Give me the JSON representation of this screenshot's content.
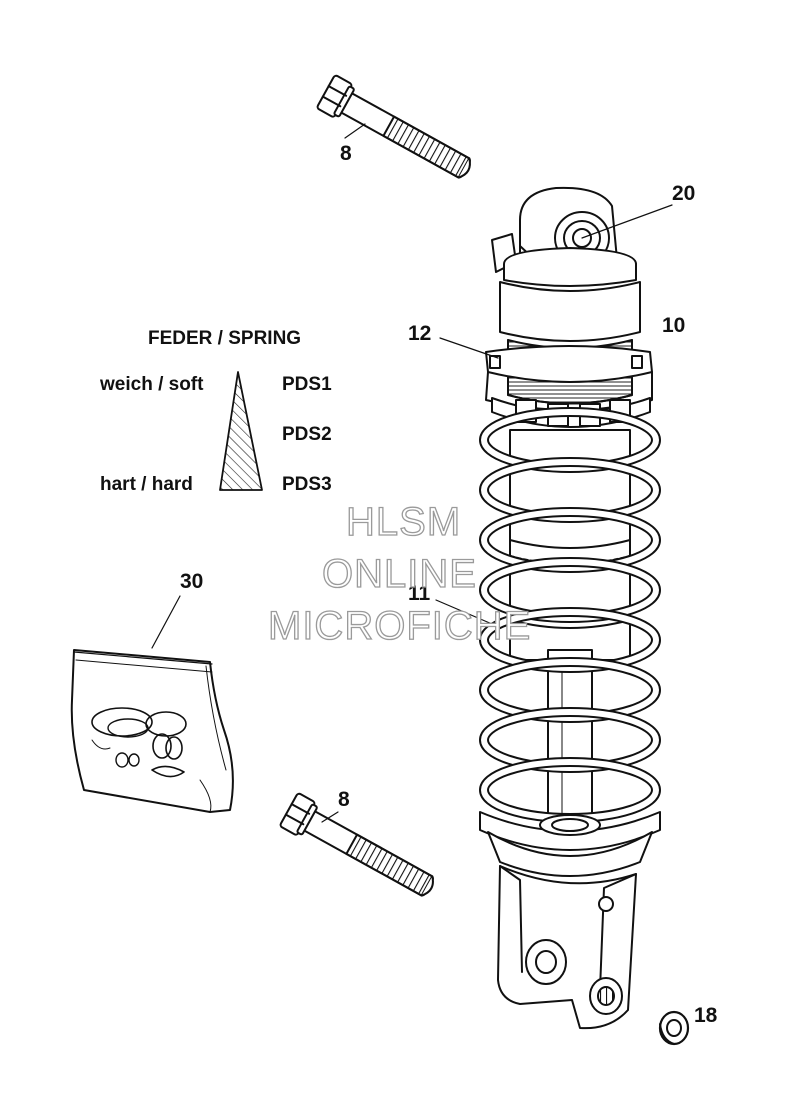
{
  "callouts": {
    "bolt_top": "8",
    "eye_bushing": "20",
    "shock_absorber": "10",
    "adjuster_nut": "12",
    "spring": "11",
    "parts_bag": "30",
    "bolt_bottom": "8",
    "bushing_bottom": "18"
  },
  "legend": {
    "title": "FEDER / SPRING",
    "soft_label": "weich / soft",
    "hard_label": "hart / hard",
    "grades": [
      "PDS1",
      "PDS2",
      "PDS3"
    ]
  },
  "watermark": {
    "line1": "HLSM",
    "line2": "ONLINE",
    "line3": "MICROFICHE"
  }
}
